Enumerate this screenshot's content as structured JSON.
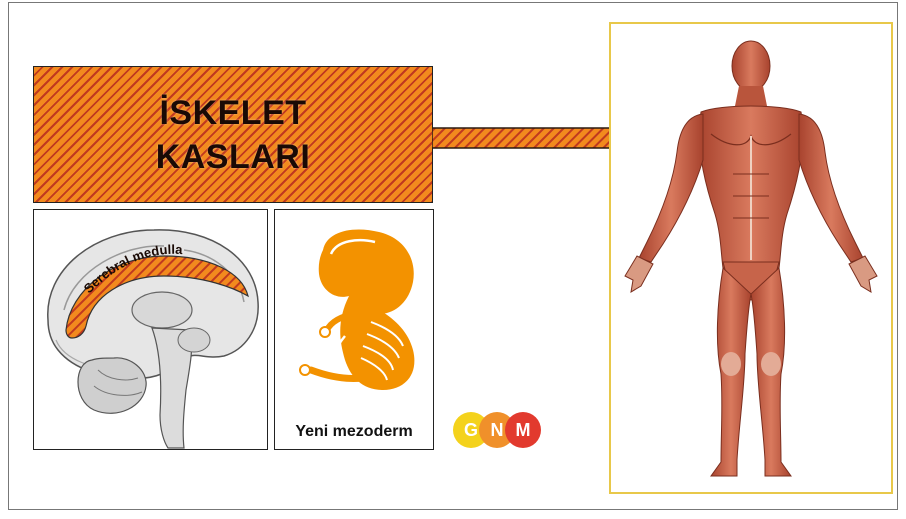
{
  "title": {
    "line1": "İSKELET",
    "line2": "KASLARI"
  },
  "brain": {
    "label": "Serebral medulla"
  },
  "embryo": {
    "caption": "Yeni mezoderm"
  },
  "logo": {
    "letters": [
      "G",
      "N",
      "M"
    ],
    "colors": [
      "#f4d21c",
      "#f0902a",
      "#e23a2e"
    ]
  },
  "colors": {
    "accent_orange": "#f28a1e",
    "stripe_red": "#c0391f",
    "muscle": "#c8573e",
    "frame_gold": "#e8c84a"
  }
}
